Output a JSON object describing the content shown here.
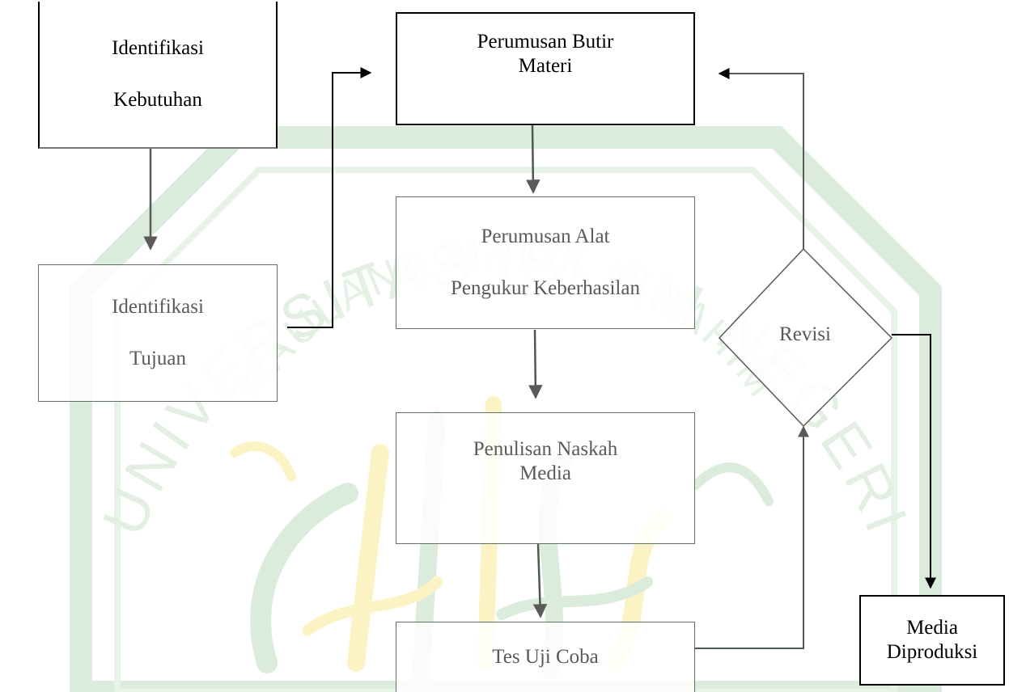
{
  "nodes": {
    "identifikasi_kebutuhan": {
      "line1": "Identifikasi",
      "line2": "Kebutuhan"
    },
    "identifikasi_tujuan": {
      "line1": "Identifikasi",
      "line2": "Tujuan"
    },
    "perumusan_butir_materi": {
      "line1": "Perumusan Butir",
      "line2": "Materi"
    },
    "perumusan_alat": {
      "line1": "Perumusan Alat",
      "line2": "Pengukur Keberhasilan"
    },
    "penulisan_naskah": {
      "line1": "Penulisan Naskah",
      "line2": "Media"
    },
    "tes_uji_coba": {
      "line1": "Tes Uji Coba"
    },
    "revisi": {
      "label": "Revisi"
    },
    "media_diproduksi": {
      "line1": "Media",
      "line2": "Diproduksi"
    }
  },
  "watermark": {
    "arc_top": "UNIVERSITAS ISLAM NEGERI",
    "arc_inner": "MAULANA MALIK IBRAHIM"
  },
  "colors": {
    "dark_line": "#000000",
    "soft_line": "#5f6f63",
    "watermark_green": "#d7ead8",
    "watermark_yellow": "#fbf3c4"
  }
}
